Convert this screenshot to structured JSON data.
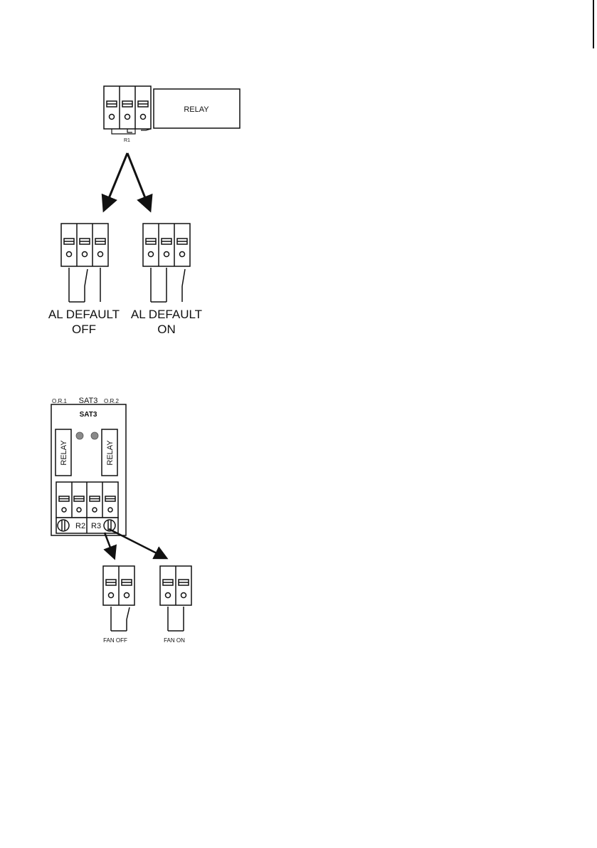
{
  "top_diagram": {
    "relay_label": "RELAY",
    "jumper_label": "R1",
    "option_off": {
      "line1": "AL DEFAULT",
      "line2": "OFF"
    },
    "option_on": {
      "line1": "AL DEFAULT",
      "line2": "ON"
    }
  },
  "bottom_diagram": {
    "label_left": "O.R.1",
    "label_center": "SAT3",
    "label_right": "O.R.2",
    "board_title": "SAT3",
    "relay_left_label": "RELAY",
    "relay_right_label": "RELAY",
    "jumper_r2_label": "R2",
    "jumper_r3_label": "R3",
    "option_off": "FAN OFF",
    "option_on": "FAN ON"
  },
  "colors": {
    "stroke": "#111111",
    "led": "#8a8a8a"
  }
}
